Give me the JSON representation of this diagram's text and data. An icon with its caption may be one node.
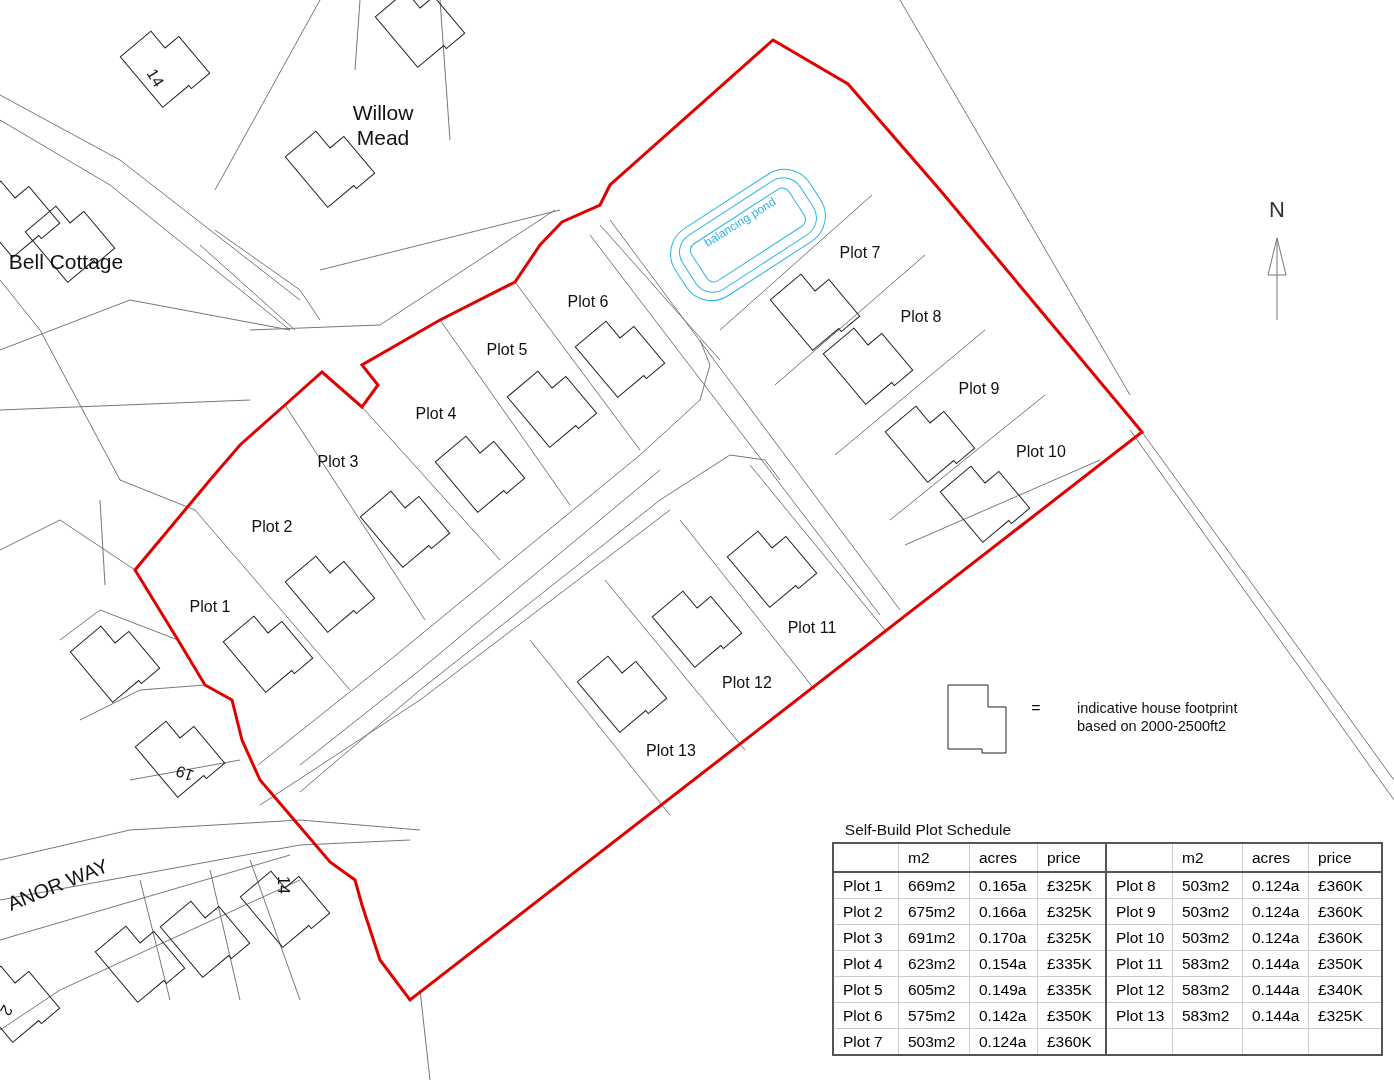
{
  "diagram": {
    "labels": [
      "14",
      "Willow Mead",
      "Bell Cottage",
      "balancing pond",
      "N",
      "Plot 7",
      "Plot 6",
      "Plot 8",
      "Plot 5",
      "Plot 9",
      "Plot 4",
      "Plot 10",
      "Plot 3",
      "Plot 2",
      "Plot 1",
      "Plot 11",
      "Plot 12",
      "=",
      "Plot 13",
      "19",
      "ANOR WAY",
      "14",
      "2",
      "Self-Build Plot Schedule",
      "m2",
      "acres",
      "price",
      "m2",
      "acres",
      "price",
      "Plot 1",
      "669m2",
      "0.165a",
      "£325K",
      "Plot 8",
      "503m2",
      "0.124a",
      "£360K",
      "Plot 2",
      "675m2",
      "0.166a",
      "£325K",
      "Plot 9",
      "503m2",
      "0.124a",
      "£360K",
      "Plot 3",
      "691m2",
      "0.170a",
      "£325K",
      "Plot 10",
      "503m2",
      "0.124a",
      "£360K",
      "Plot 4",
      "623m2",
      "0.154a",
      "£335K",
      "Plot 11",
      "583m2",
      "0.144a",
      "£350K",
      "Plot 5",
      "605m2",
      "0.149a",
      "£335K",
      "Plot 12",
      "583m2",
      "0.144a",
      "£340K",
      "Plot 6",
      "575m2",
      "0.142a",
      "£350K",
      "Plot 13",
      "583m2",
      "0.144a",
      "£325K",
      "Plot 7",
      "503m2",
      "0.124a",
      "£360K"
    ],
    "legend": [
      {
        "text": "indicative house footprint based on 2000-2500ft2"
      }
    ]
  }
}
